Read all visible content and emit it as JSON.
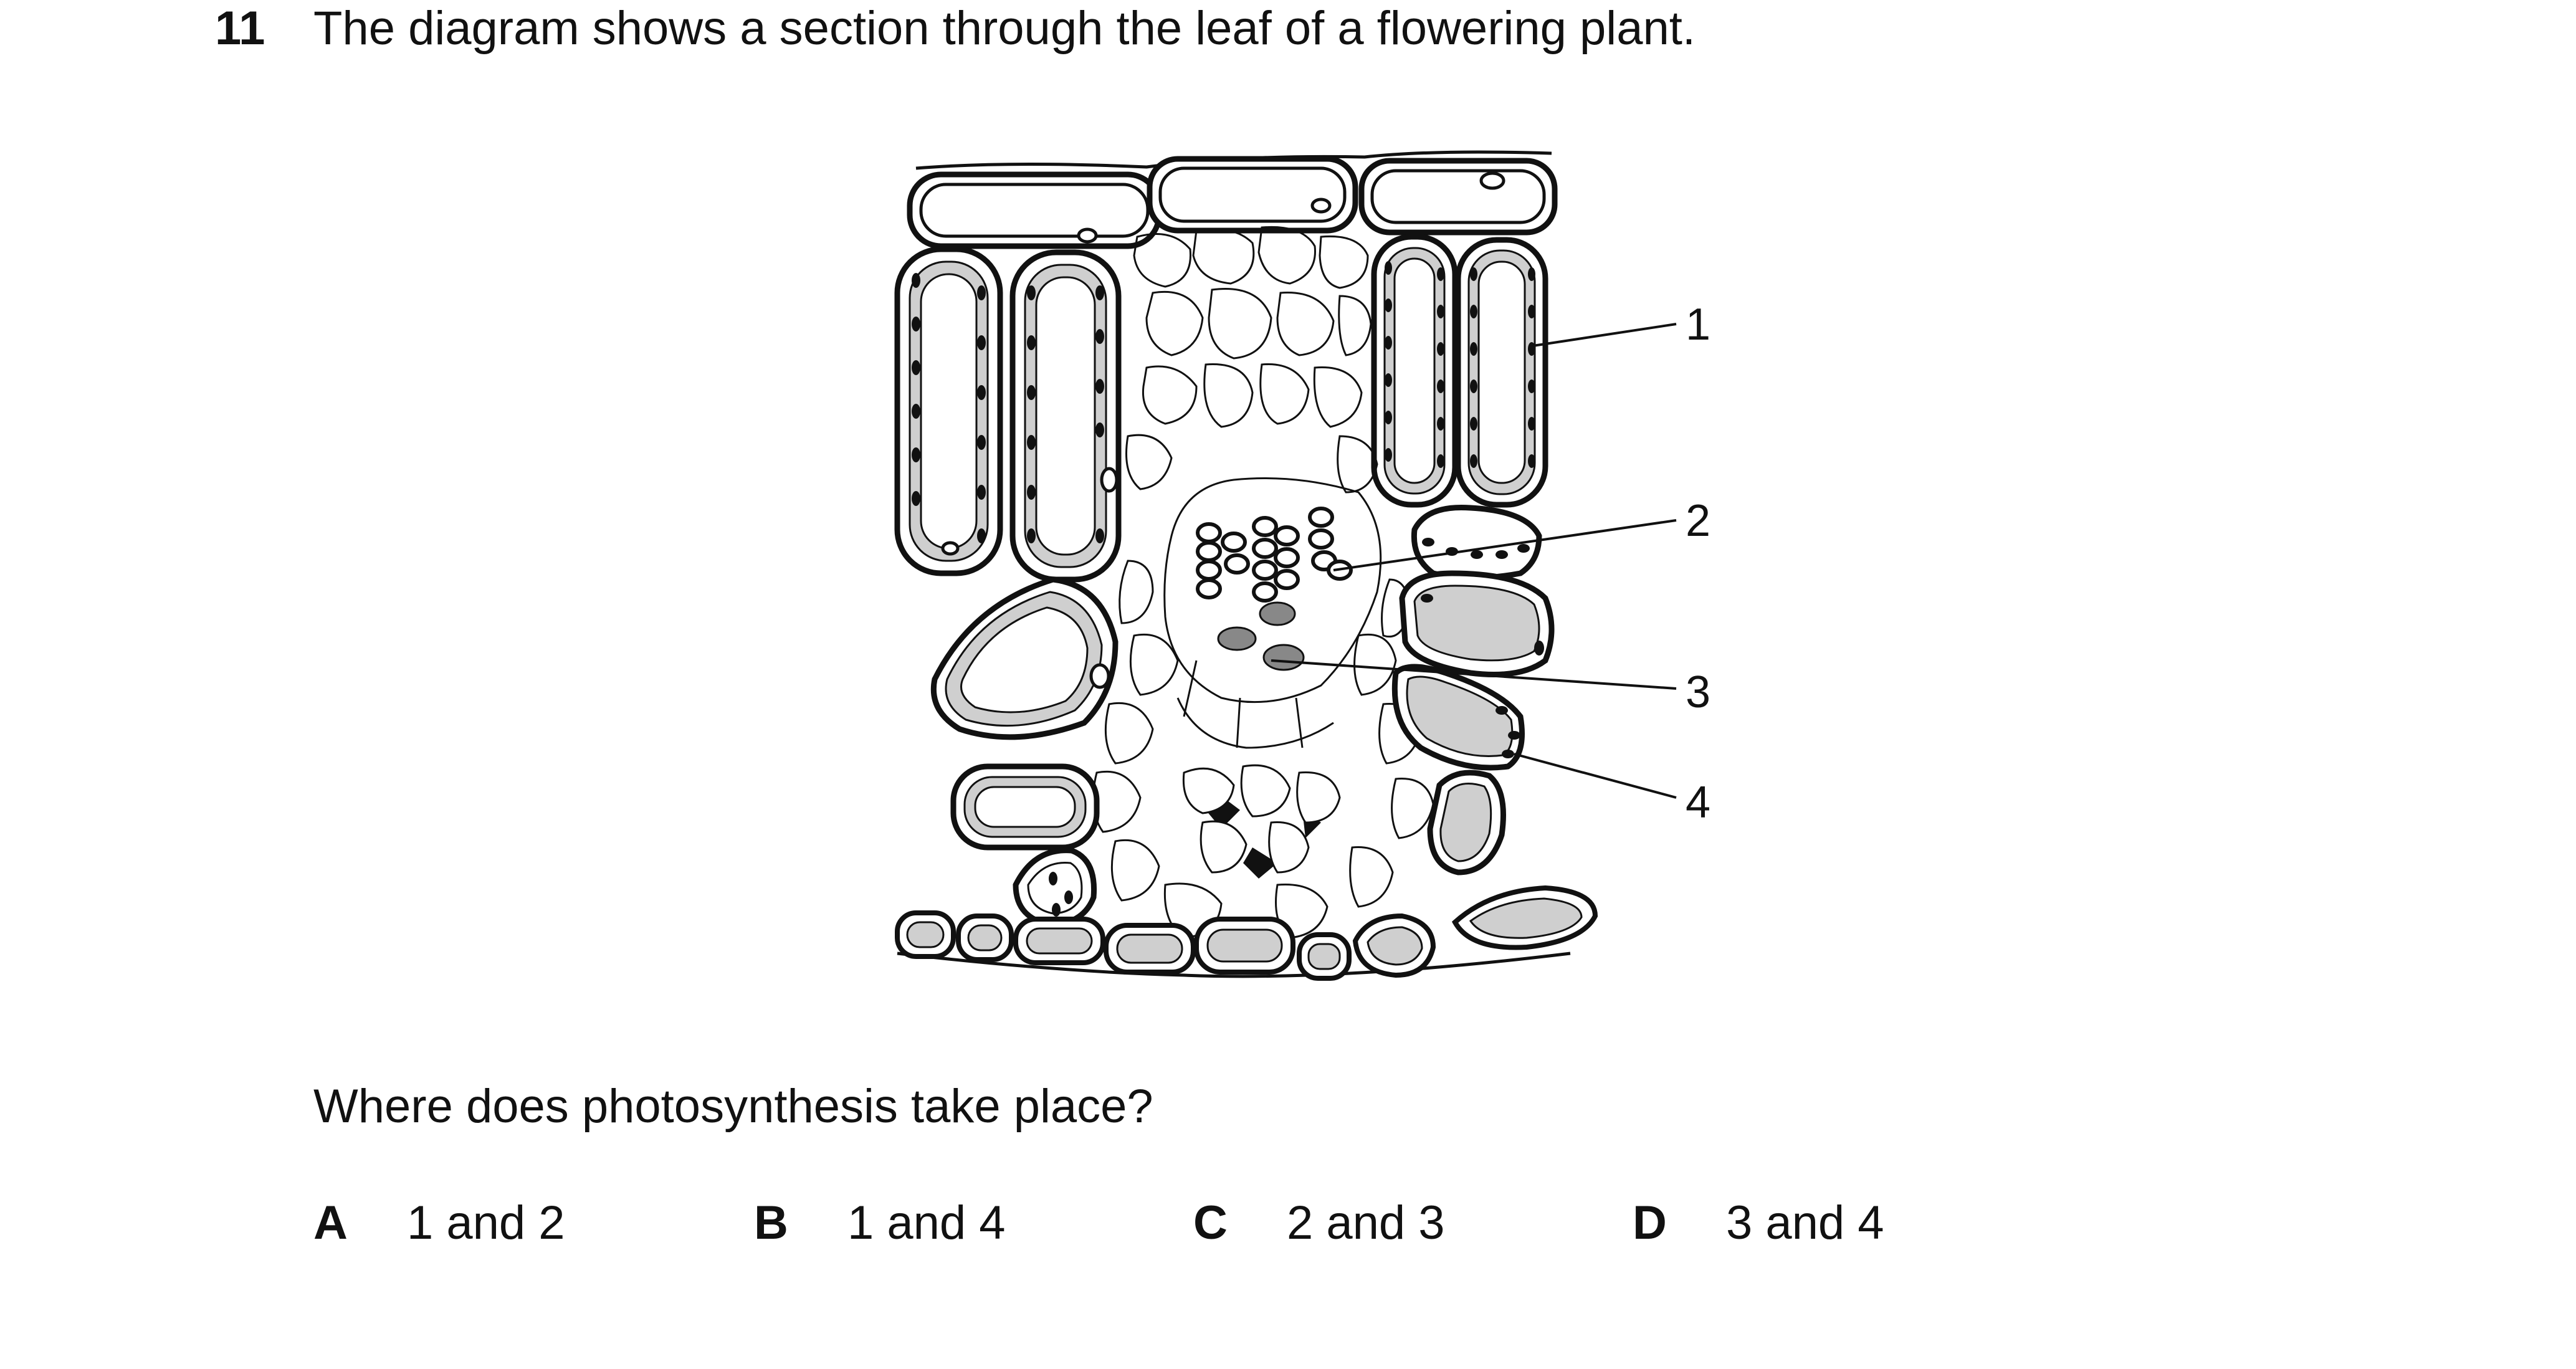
{
  "question": {
    "number": "11",
    "stem": "The diagram shows a section through the leaf of a flowering plant.",
    "prompt": "Where does photosynthesis take place?"
  },
  "diagram": {
    "labels": [
      "1",
      "2",
      "3",
      "4"
    ]
  },
  "options": [
    {
      "letter": "A",
      "text": "1 and 2"
    },
    {
      "letter": "B",
      "text": "1 and 4"
    },
    {
      "letter": "C",
      "text": "2 and 3"
    },
    {
      "letter": "D",
      "text": "3 and 4"
    }
  ]
}
